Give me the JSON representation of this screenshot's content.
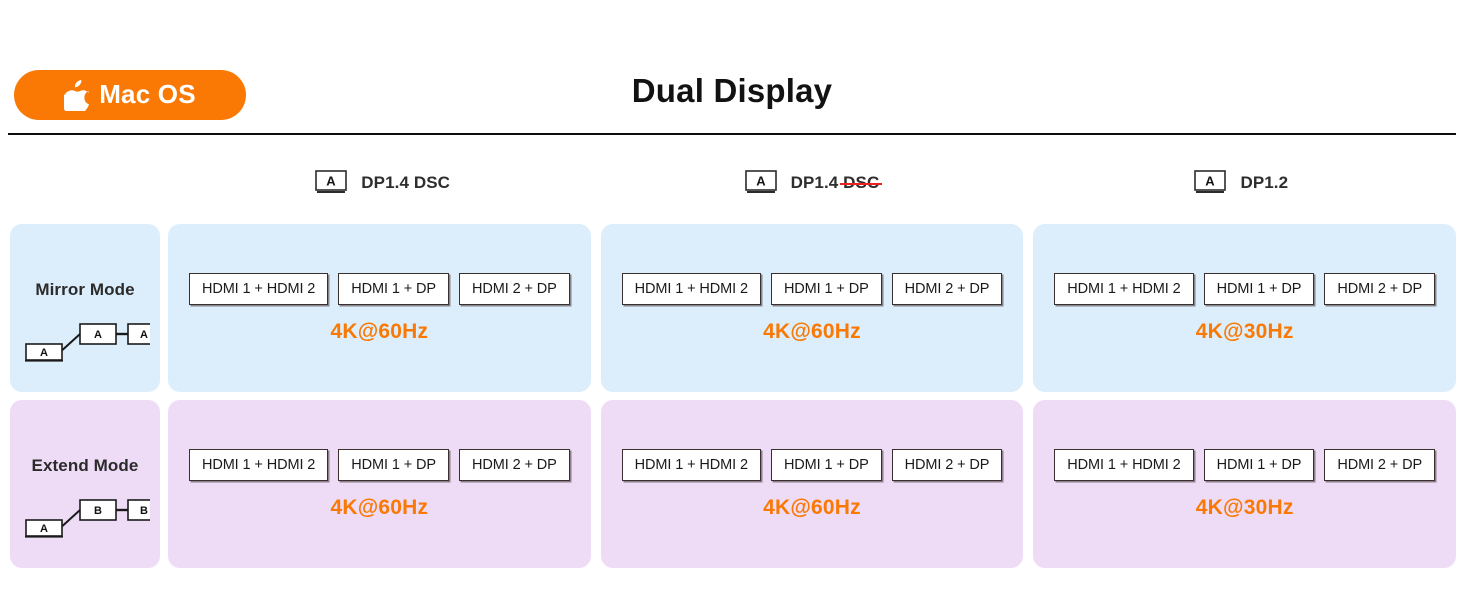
{
  "header": {
    "os_badge": {
      "label": "Mac OS",
      "icon": "apple-icon",
      "bg_color": "#F97904",
      "text_color": "#FFFFFF"
    },
    "title": "Dual Display"
  },
  "columns": [
    {
      "icon": "monitor-icon",
      "icon_letter": "A",
      "label_main": "DP1.4 DSC",
      "label_prefix": "DP1.4 DSC",
      "strike_part": "",
      "strikethrough": false
    },
    {
      "icon": "monitor-icon",
      "icon_letter": "A",
      "label_main": "DP1.4 ",
      "label_prefix": "DP1.4 ",
      "strike_part": "DSC",
      "strikethrough": true
    },
    {
      "icon": "monitor-icon",
      "icon_letter": "A",
      "label_main": "DP1.2",
      "label_prefix": "DP1.2",
      "strike_part": "",
      "strikethrough": false
    }
  ],
  "rows": [
    {
      "mode_label": "Mirror Mode",
      "bg_color": "#DCEEFB",
      "diagram": {
        "laptop": "A",
        "monitor_1": "A",
        "monitor_2": "A"
      },
      "cells": [
        {
          "ports": [
            "HDMI 1 + HDMI 2",
            "HDMI 1 + DP",
            "HDMI 2 + DP"
          ],
          "refresh": "4K@60Hz"
        },
        {
          "ports": [
            "HDMI 1 + HDMI 2",
            "HDMI 1 + DP",
            "HDMI 2 + DP"
          ],
          "refresh": "4K@60Hz"
        },
        {
          "ports": [
            "HDMI 1 + HDMI 2",
            "HDMI 1 + DP",
            "HDMI 2 + DP"
          ],
          "refresh": "4K@30Hz"
        }
      ]
    },
    {
      "mode_label": "Extend Mode",
      "bg_color": "#EEDCF7",
      "diagram": {
        "laptop": "A",
        "monitor_1": "B",
        "monitor_2": "B"
      },
      "cells": [
        {
          "ports": [
            "HDMI 1 + HDMI 2",
            "HDMI 1 + DP",
            "HDMI 2 + DP"
          ],
          "refresh": "4K@60Hz"
        },
        {
          "ports": [
            "HDMI 1 + HDMI 2",
            "HDMI 1 + DP",
            "HDMI 2 + DP"
          ],
          "refresh": "4K@60Hz"
        },
        {
          "ports": [
            "HDMI 1 + HDMI 2",
            "HDMI 1 + DP",
            "HDMI 2 + DP"
          ],
          "refresh": "4K@30Hz"
        }
      ]
    }
  ],
  "colors": {
    "accent_orange": "#F97904",
    "mirror_bg": "#DCEEFB",
    "extend_bg": "#EEDCF7",
    "strike_red": "#EF1F1F"
  }
}
